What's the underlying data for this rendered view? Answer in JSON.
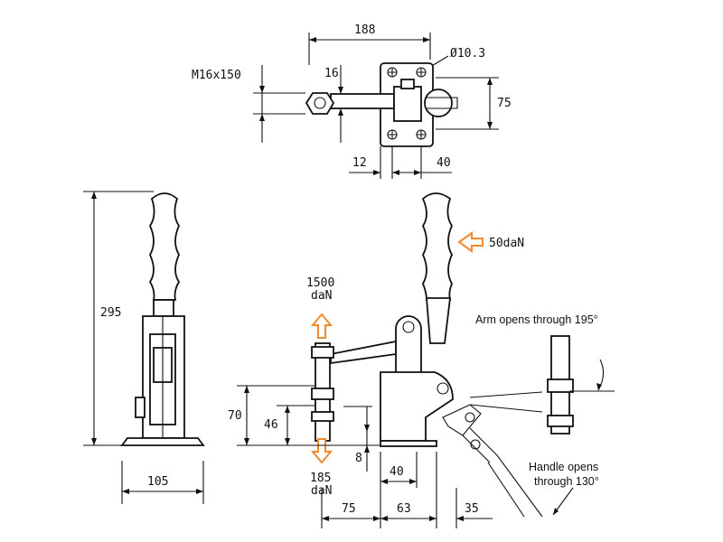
{
  "dimensions": {
    "top_width": "188",
    "hole_dia": "Ø10.3",
    "bolt": "M16x150",
    "arm_offset": "16",
    "plate_height": "75",
    "left_gap": "12",
    "base_depth": "40",
    "overall_height": "295",
    "base_width": "105",
    "pivot_height": "70",
    "spindle_height": "46",
    "clearance": "8",
    "front_40": "40",
    "bottom_75": "75",
    "bottom_63": "63",
    "bottom_35": "35"
  },
  "forces": {
    "handle_force": "50daN",
    "holding_top": "1500",
    "holding_unit": "daN",
    "release_top": "185",
    "release_unit": "daN"
  },
  "notes": {
    "arm_opening": "Arm opens through 195°",
    "handle_opening_1": "Handle opens",
    "handle_opening_2": "through 130°"
  },
  "colors": {
    "arrow": "#f08a2c",
    "ink": "#111111"
  },
  "icons": {
    "force_arrow": "hollow-arrow-icon"
  }
}
